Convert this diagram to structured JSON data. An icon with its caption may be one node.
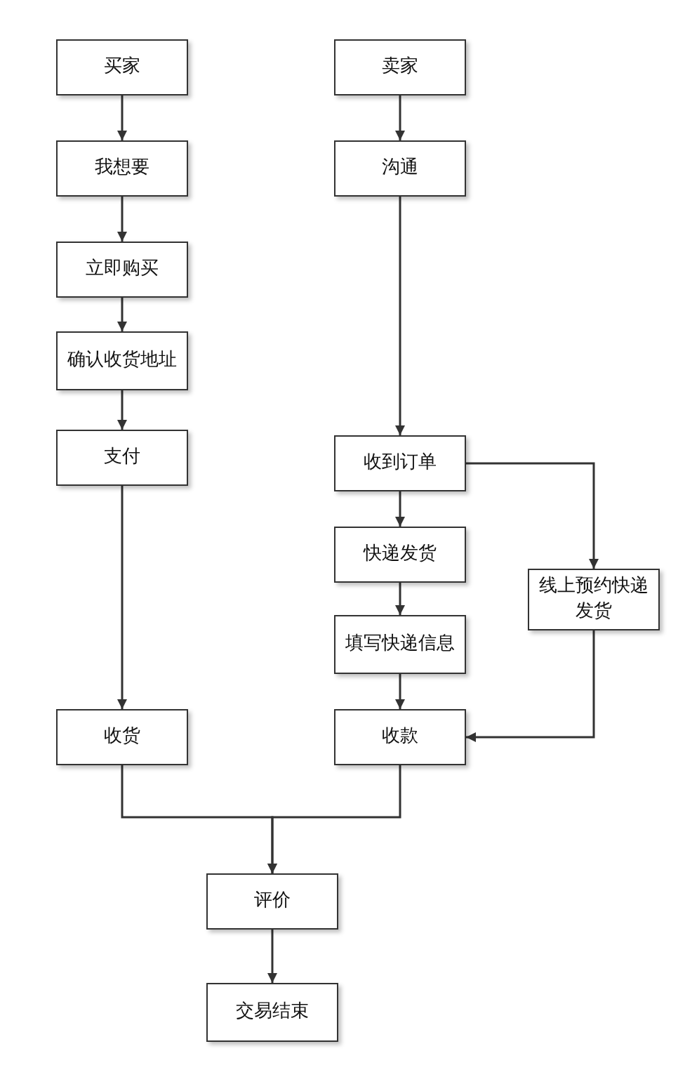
{
  "diagram": {
    "nodes": [
      {
        "text": [
          "买家"
        ]
      },
      {
        "text": [
          "我想要"
        ]
      },
      {
        "text": [
          "立即购买"
        ]
      },
      {
        "text": [
          "确认收货地址"
        ]
      },
      {
        "text": [
          "支付"
        ]
      },
      {
        "text": [
          "收货"
        ]
      },
      {
        "text": [
          "卖家"
        ]
      },
      {
        "text": [
          "沟通"
        ]
      },
      {
        "text": [
          "收到订单"
        ]
      },
      {
        "text": [
          "快递发货"
        ]
      },
      {
        "text": [
          "填写快递信息"
        ]
      },
      {
        "text": [
          "收款"
        ]
      },
      {
        "text": [
          "线上预约快递发货"
        ]
      },
      {
        "text": [
          "评价"
        ]
      },
      {
        "text": [
          "交易结束"
        ]
      }
    ],
    "edges": [
      {
        "from": 0,
        "to": 1,
        "arrow": "to"
      },
      {
        "from": 1,
        "to": 2,
        "arrow": "to"
      },
      {
        "from": 2,
        "to": 3,
        "arrow": "to"
      },
      {
        "from": 3,
        "to": 4,
        "arrow": "to"
      },
      {
        "from": 4,
        "to": 5,
        "arrow": "to"
      },
      {
        "from": 6,
        "to": 7,
        "arrow": "to"
      },
      {
        "from": 7,
        "to": 8,
        "arrow": "to"
      },
      {
        "from": 8,
        "to": 9,
        "arrow": "to"
      },
      {
        "from": 9,
        "to": 10,
        "arrow": "to"
      },
      {
        "from": 10,
        "to": 11,
        "arrow": "to"
      },
      {
        "from": 8,
        "to": 12,
        "arrow": "to"
      },
      {
        "from": 12,
        "to": 11,
        "arrow": "to"
      },
      {
        "from": 5,
        "to": 13,
        "arrow": "to"
      },
      {
        "from": 11,
        "to": 13,
        "arrow": "to"
      },
      {
        "from": 13,
        "to": 14,
        "arrow": "to"
      }
    ]
  }
}
